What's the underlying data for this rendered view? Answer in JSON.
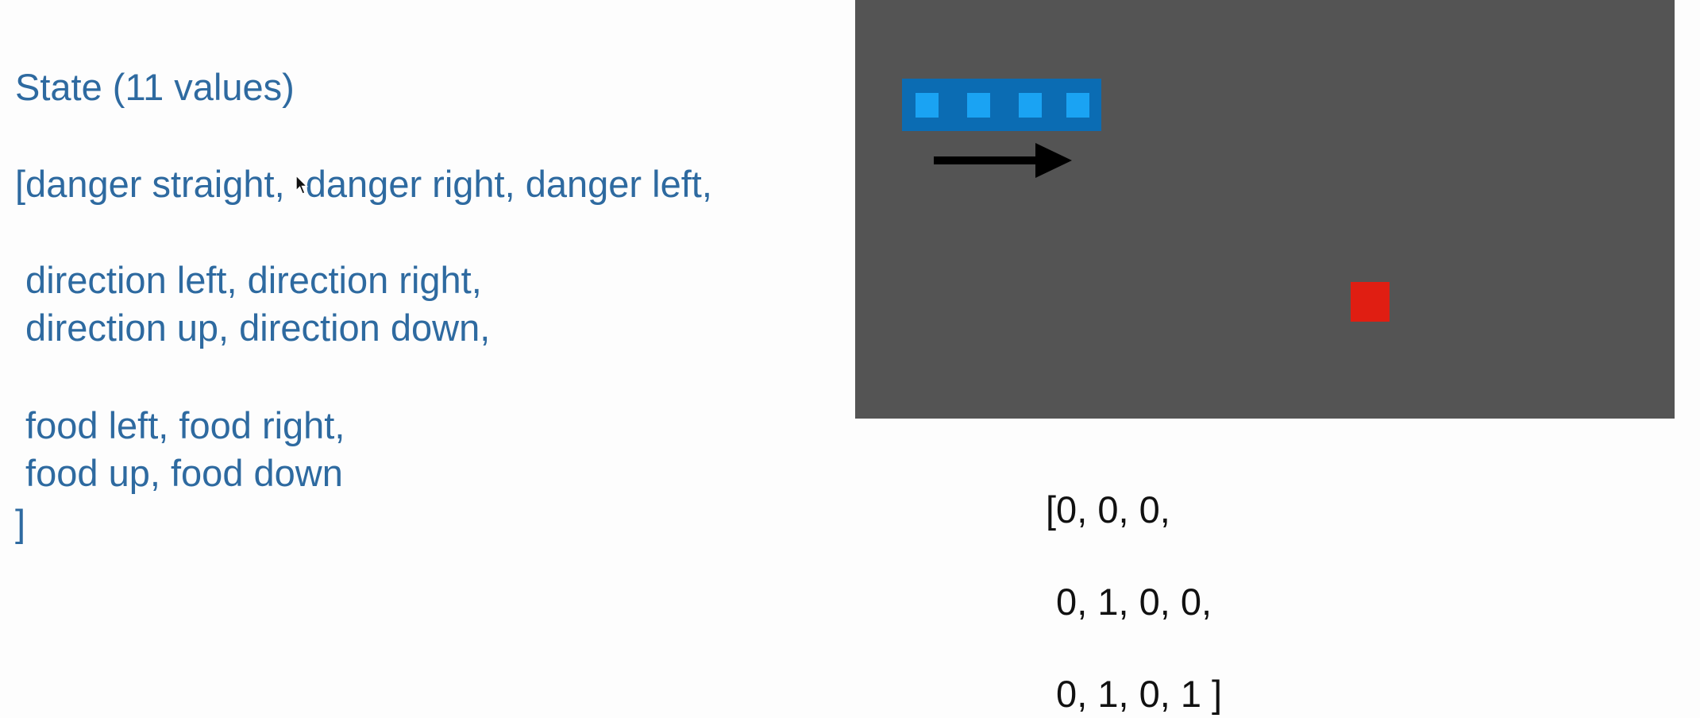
{
  "description": {
    "heading": "State (11 values)",
    "danger_line": "[danger straight,  danger right, danger left,",
    "direction_line1": " direction left, direction right,",
    "direction_line2": " direction up, direction down,",
    "food_line1": " food left, food right,",
    "food_line2": " food up, food down",
    "closing": "]"
  },
  "game": {
    "snake_segments": 4,
    "heading": "right",
    "colors": {
      "board": "#545454",
      "snake_body": "#0b6cb3",
      "snake_segment": "#1aa3f3",
      "food": "#e01e12",
      "arrow": "#000000"
    }
  },
  "state_vector": {
    "danger": [
      0,
      0,
      0
    ],
    "direction": [
      0,
      1,
      0,
      0
    ],
    "food": [
      0,
      1,
      0,
      1
    ],
    "line1": "[0, 0, 0,",
    "line2": " 0, 1, 0, 0,",
    "line3": " 0, 1, 0, 1 ]"
  },
  "cursor_icon": "mouse-pointer-icon"
}
